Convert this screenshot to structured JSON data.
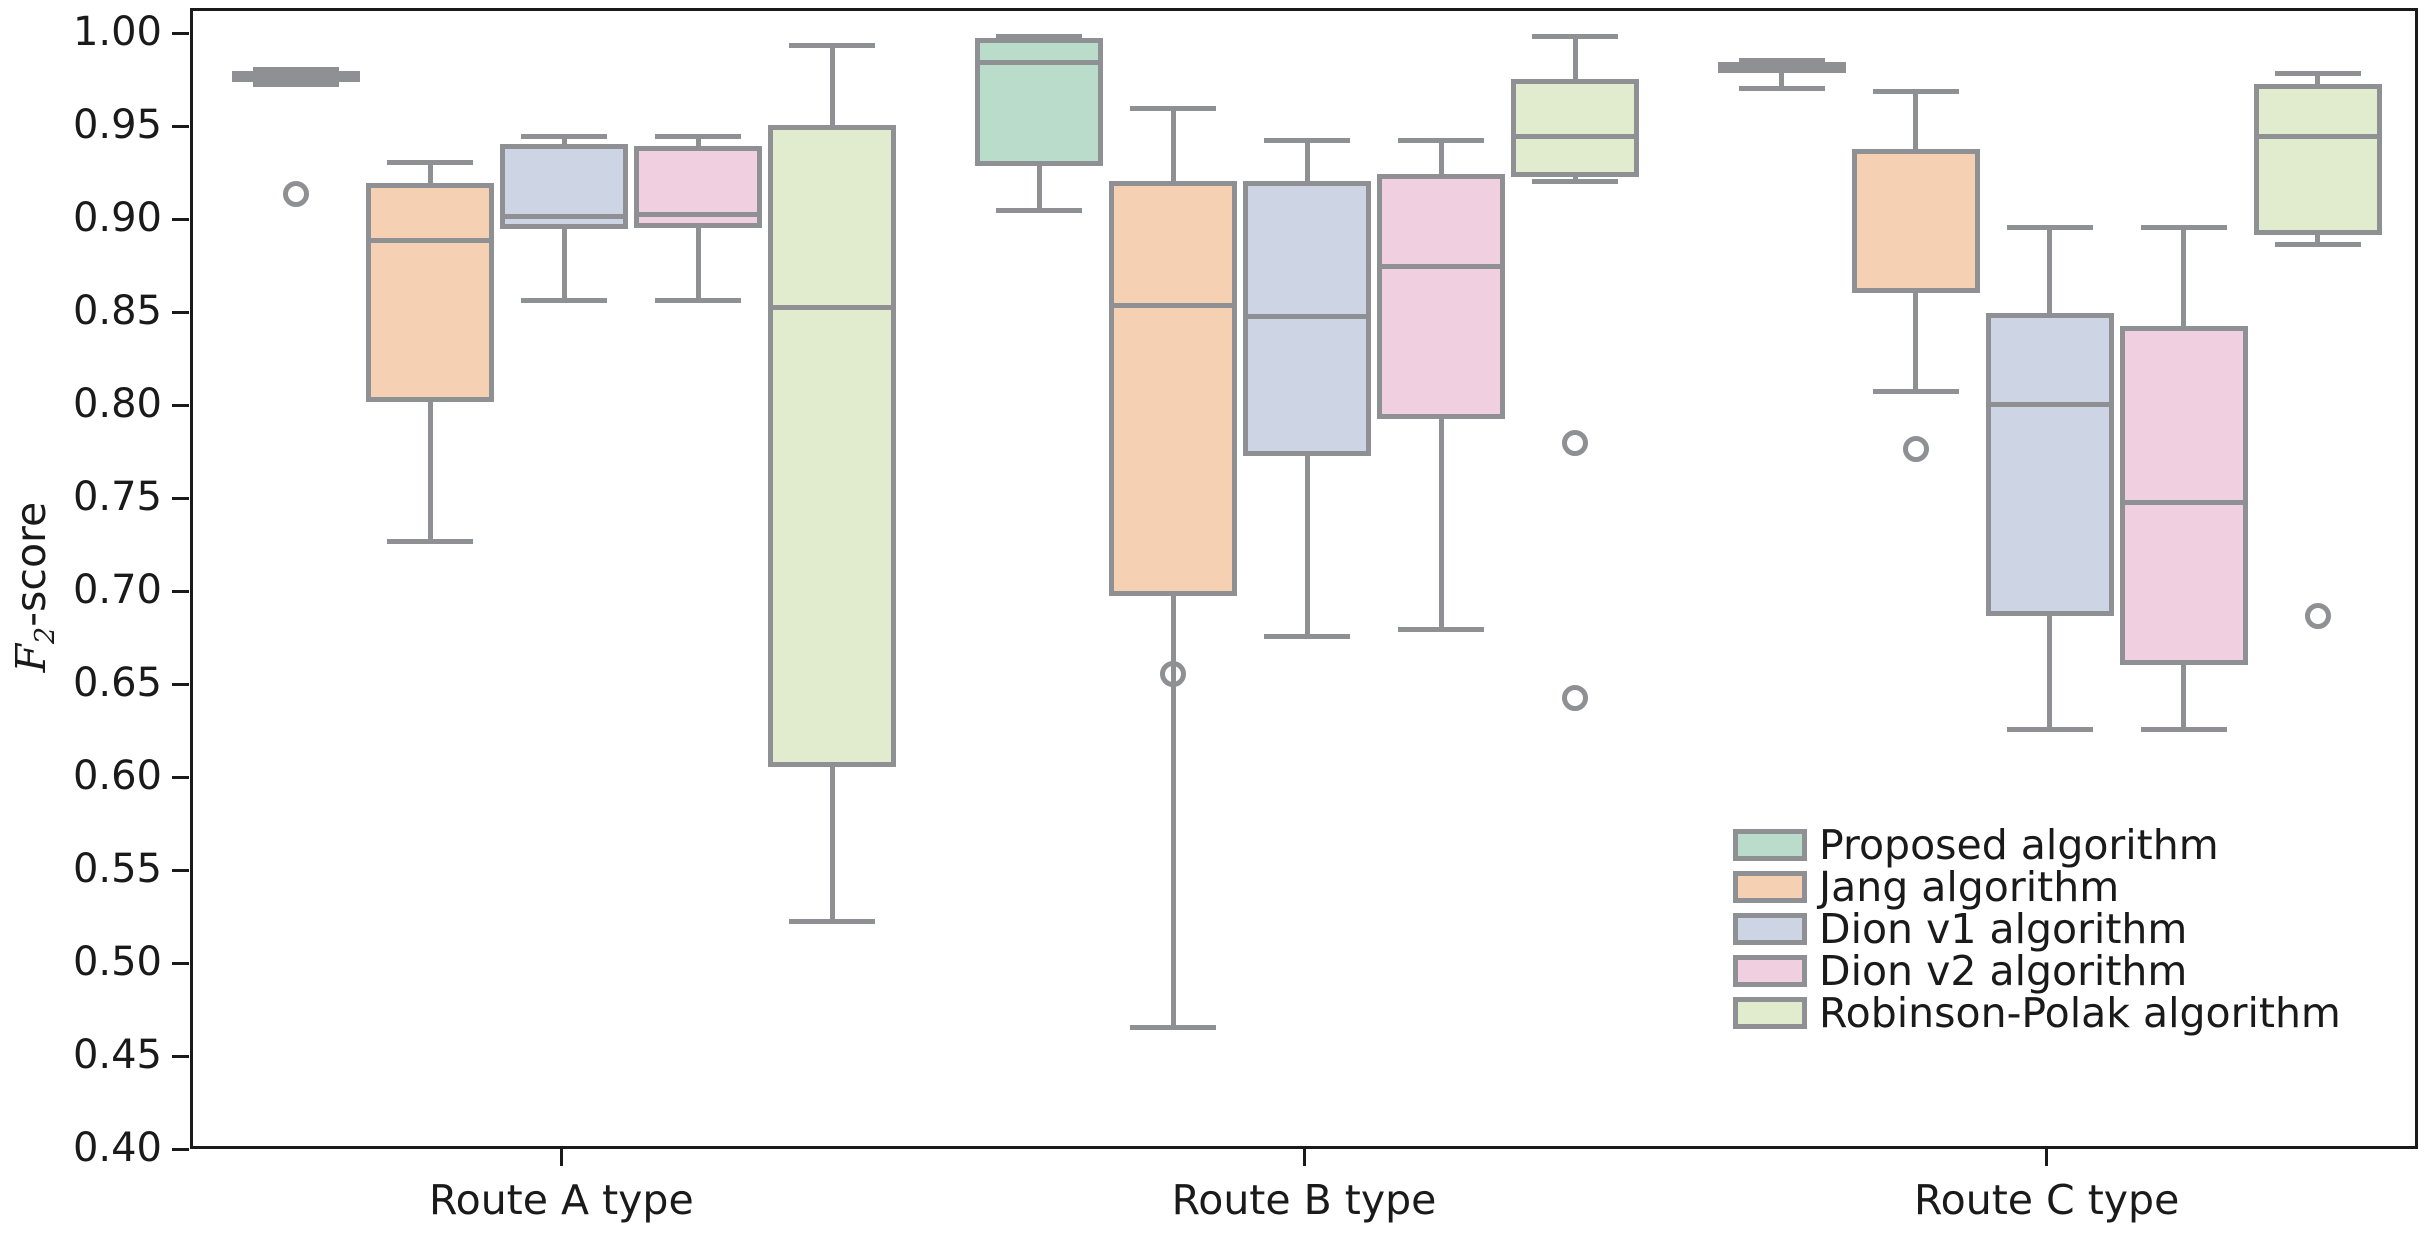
{
  "chart_data": {
    "type": "box",
    "title": "",
    "xlabel": "",
    "ylabel": "F2-score",
    "ylabel_parts": {
      "symbol": "F",
      "subscript": "2",
      "suffix": "-score"
    },
    "ylim": [
      0.4,
      1.0
    ],
    "ytick_labels": [
      "1.00",
      "0.95",
      "0.90",
      "0.85",
      "0.80",
      "0.75",
      "0.70",
      "0.65",
      "0.60",
      "0.55",
      "0.50",
      "0.45",
      "0.40"
    ],
    "ytick_values": [
      1.0,
      0.95,
      0.9,
      0.85,
      0.8,
      0.75,
      0.7,
      0.65,
      0.6,
      0.55,
      0.5,
      0.45,
      0.4
    ],
    "categories": [
      "Route A type",
      "Route B type",
      "Route C type"
    ],
    "grid": false,
    "legend_position": "lower right",
    "series": [
      {
        "name": "Proposed algorithm",
        "color": "#B9DDCA",
        "boxes": [
          {
            "category": "Route A type",
            "whisker_low": 0.974,
            "q1": 0.975,
            "median": 0.978,
            "q3": 0.981,
            "whisker_high": 0.982,
            "fliers": [
              0.915
            ]
          },
          {
            "category": "Route B type",
            "whisker_low": 0.906,
            "q1": 0.93,
            "median": 0.986,
            "q3": 0.999,
            "whisker_high": 1.0,
            "fliers": []
          },
          {
            "category": "Route C type",
            "whisker_low": 0.972,
            "q1": 0.98,
            "median": 0.984,
            "q3": 0.986,
            "whisker_high": 0.987,
            "fliers": []
          }
        ]
      },
      {
        "name": "Jang algorithm",
        "color": "#F5D0B3",
        "boxes": [
          {
            "category": "Route A type",
            "whisker_low": 0.728,
            "q1": 0.803,
            "median": 0.89,
            "q3": 0.921,
            "whisker_high": 0.932,
            "fliers": []
          },
          {
            "category": "Route B type",
            "whisker_low": 0.467,
            "q1": 0.699,
            "median": 0.855,
            "q3": 0.922,
            "whisker_high": 0.961,
            "fliers": [
              0.657
            ]
          },
          {
            "category": "Route C type",
            "whisker_low": 0.809,
            "q1": 0.862,
            "median": 0.938,
            "q3": 0.939,
            "whisker_high": 0.97,
            "fliers": [
              0.778
            ]
          }
        ]
      },
      {
        "name": "Dion v1 algorithm",
        "color": "#CDD5E5",
        "boxes": [
          {
            "category": "Route A type",
            "whisker_low": 0.858,
            "q1": 0.896,
            "median": 0.903,
            "q3": 0.942,
            "whisker_high": 0.946,
            "fliers": []
          },
          {
            "category": "Route B type",
            "whisker_low": 0.677,
            "q1": 0.774,
            "median": 0.849,
            "q3": 0.922,
            "whisker_high": 0.944,
            "fliers": []
          },
          {
            "category": "Route C type",
            "whisker_low": 0.627,
            "q1": 0.688,
            "median": 0.802,
            "q3": 0.851,
            "whisker_high": 0.897,
            "fliers": []
          }
        ]
      },
      {
        "name": "Dion v2 algorithm",
        "color": "#F0CFE0",
        "boxes": [
          {
            "category": "Route A type",
            "whisker_low": 0.858,
            "q1": 0.897,
            "median": 0.904,
            "q3": 0.941,
            "whisker_high": 0.946,
            "fliers": []
          },
          {
            "category": "Route B type",
            "whisker_low": 0.681,
            "q1": 0.794,
            "median": 0.876,
            "q3": 0.926,
            "whisker_high": 0.944,
            "fliers": []
          },
          {
            "category": "Route C type",
            "whisker_low": 0.627,
            "q1": 0.662,
            "median": 0.749,
            "q3": 0.844,
            "whisker_high": 0.897,
            "fliers": []
          }
        ]
      },
      {
        "name": "Robinson-Polak algorithm",
        "color": "#E1EBCD",
        "boxes": [
          {
            "category": "Route A type",
            "whisker_low": 0.524,
            "q1": 0.607,
            "median": 0.854,
            "q3": 0.952,
            "whisker_high": 0.995,
            "fliers": []
          },
          {
            "category": "Route B type",
            "whisker_low": 0.922,
            "q1": 0.924,
            "median": 0.946,
            "q3": 0.977,
            "whisker_high": 1.0,
            "fliers": [
              0.781,
              0.644
            ]
          },
          {
            "category": "Route C type",
            "whisker_low": 0.888,
            "q1": 0.893,
            "median": 0.946,
            "q3": 0.974,
            "whisker_high": 0.98,
            "fliers": [
              0.688
            ]
          }
        ]
      }
    ]
  },
  "legend": {
    "entries": [
      {
        "label": "Proposed algorithm",
        "color": "#B9DDCA"
      },
      {
        "label": "Jang algorithm",
        "color": "#F5D0B3"
      },
      {
        "label": "Dion v1 algorithm",
        "color": "#CDD5E5"
      },
      {
        "label": "Dion v2 algorithm",
        "color": "#F0CFE0"
      },
      {
        "label": "Robinson-Polak algorithm",
        "color": "#E1EBCD"
      }
    ]
  },
  "style": {
    "edge_color": "#8e9094",
    "axis_color": "#1a1a1a",
    "background": "#ffffff"
  }
}
